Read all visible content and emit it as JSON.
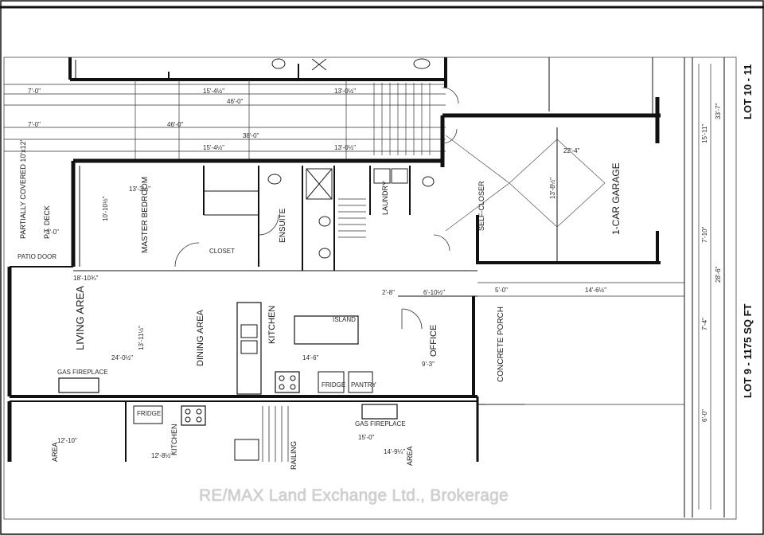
{
  "plan": {
    "lot_upper": "LOT 10 - 11",
    "lot_lower": "LOT 9 - 1175 SQ FT",
    "rooms": {
      "partially_covered": "PARTIALLY COVERED 10'x12'",
      "deck": "P.T. DECK",
      "master_bedroom": "MASTER BEDROOM",
      "ensuite": "ENSUITE",
      "laundry": "LAUNDRY",
      "closet": "CLOSET",
      "self_closer": "SELF-CLOSER",
      "garage": "1-CAR GARAGE",
      "living_area": "LIVING AREA",
      "dining_area": "DINING AREA",
      "kitchen": "KITCHEN",
      "island": "ISLAND",
      "office": "OFFICE",
      "concrete_porch": "CONCRETE PORCH",
      "gas_fireplace": "GAS FIREPLACE",
      "fridge": "FRIDGE",
      "pantry": "PANTRY",
      "kitchen_lower": "KITCHEN",
      "fridge_lower": "FRIDGE",
      "area_lower": "AREA",
      "gas_fireplace_lower": "GAS FIREPLACE",
      "railing": "RAILING",
      "patio_door": "PATIO DOOR"
    },
    "dimensions": {
      "d_46_top": "46'-0\"",
      "d_46_mid": "46'-0\"",
      "d_38": "38'-0\"",
      "d_15_4_top": "15'-4½\"",
      "d_15_4_mid": "15'-4½\"",
      "d_13_0_top": "13'-0½\"",
      "d_13_0_mid": "13'-0½\"",
      "d_7_0_a": "7'-0\"",
      "d_7_0_b": "7'-0\"",
      "d_13_3": "13'-3½\"",
      "d_10_10": "10'-10½\"",
      "d_18_10": "18'-10¾\"",
      "d_24_0": "24'-0½\"",
      "d_13_11": "13'-11½\"",
      "d_14_6": "14'-6\"",
      "d_9_3": "9'-3\"",
      "d_13_8": "13'-8½\"",
      "d_22_4": "22'-4\"",
      "d_14_6_r": "14'-6½\"",
      "d_5_0": "5'-0\"",
      "d_7_10": "7'-10\"",
      "d_12_10": "12'-10\"",
      "d_15_0": "15'-0\"",
      "d_14_9": "14'-9¼\"",
      "d_12_8": "12'-8½\"",
      "d_33_7": "33'-7\"",
      "d_28_6": "28'-6\"",
      "d_15_11": "15'-11\"",
      "d_7_4": "7'-4\"",
      "d_6_0": "6'-0\"",
      "d_3_0": "3'-0\"",
      "d_2_8": "2'-8\"",
      "d_6_10": "6'-10½\""
    }
  },
  "footer": {
    "watermark": "RE/MAX Land Exchange Ltd., Brokerage"
  }
}
